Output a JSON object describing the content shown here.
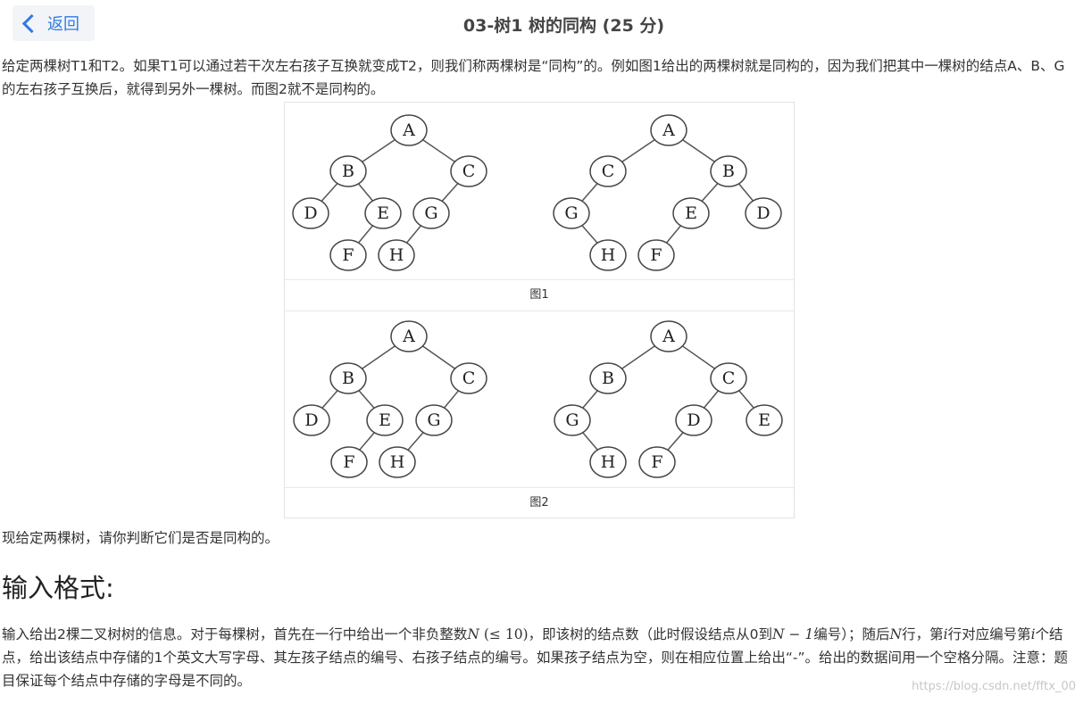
{
  "header": {
    "back_label": "返回",
    "title": "03-树1 树的同构 (25 分)"
  },
  "intro": "给定两棵树T1和T2。如果T1可以通过若干次左右孩子互换就变成T2，则我们称两棵树是“同构”的。例如图1给出的两棵树就是同构的，因为我们把其中一棵树的结点A、B、G的左右孩子互换后，就得到另外一棵树。而图2就不是同构的。",
  "figures": [
    {
      "caption": "图1",
      "trees": [
        {
          "nodes": [
            {
              "id": "A",
              "label": "A",
              "p": null
            },
            {
              "id": "B",
              "label": "B",
              "p": "A"
            },
            {
              "id": "C",
              "label": "C",
              "p": "A"
            },
            {
              "id": "D",
              "label": "D",
              "p": "B"
            },
            {
              "id": "E",
              "label": "E",
              "p": "B"
            },
            {
              "id": "G",
              "label": "G",
              "p": "C"
            },
            {
              "id": "F",
              "label": "F",
              "p": "E"
            },
            {
              "id": "H",
              "label": "H",
              "p": "G"
            }
          ]
        },
        {
          "nodes": [
            {
              "id": "A",
              "label": "A",
              "p": null
            },
            {
              "id": "C",
              "label": "C",
              "p": "A"
            },
            {
              "id": "B",
              "label": "B",
              "p": "A"
            },
            {
              "id": "G",
              "label": "G",
              "p": "C"
            },
            {
              "id": "E",
              "label": "E",
              "p": "B"
            },
            {
              "id": "D",
              "label": "D",
              "p": "B"
            },
            {
              "id": "H",
              "label": "H",
              "p": "G"
            },
            {
              "id": "F",
              "label": "F",
              "p": "E"
            }
          ]
        }
      ]
    },
    {
      "caption": "图2",
      "trees": [
        {
          "nodes": [
            {
              "id": "A",
              "label": "A",
              "p": null
            },
            {
              "id": "B",
              "label": "B",
              "p": "A"
            },
            {
              "id": "C",
              "label": "C",
              "p": "A"
            },
            {
              "id": "D",
              "label": "D",
              "p": "B"
            },
            {
              "id": "E",
              "label": "E",
              "p": "B"
            },
            {
              "id": "G",
              "label": "G",
              "p": "C"
            },
            {
              "id": "F",
              "label": "F",
              "p": "E"
            },
            {
              "id": "H",
              "label": "H",
              "p": "G"
            }
          ]
        },
        {
          "nodes": [
            {
              "id": "A",
              "label": "A",
              "p": null
            },
            {
              "id": "B",
              "label": "B",
              "p": "A"
            },
            {
              "id": "C",
              "label": "C",
              "p": "A"
            },
            {
              "id": "G",
              "label": "G",
              "p": "B"
            },
            {
              "id": "D",
              "label": "D",
              "p": "C"
            },
            {
              "id": "E",
              "label": "E",
              "p": "C"
            },
            {
              "id": "H",
              "label": "H",
              "p": "G"
            },
            {
              "id": "F",
              "label": "F",
              "p": "D"
            }
          ]
        }
      ]
    }
  ],
  "question": "现给定两棵树，请你判断它们是否是同构的。",
  "section_heading": "输入格式:",
  "input_desc": {
    "t1": "输入给出2棵二叉树树的信息。对于每棵树，首先在一行中给出一个非负整数",
    "var_n": "N",
    "range": " (≤ 10)",
    "t2": "，即该树的结点数（此时假设结点从0到",
    "n_minus_1": "N − 1",
    "t3": "编号）；随后",
    "t4": "行，第",
    "var_i": "i",
    "t5": "行对应编号第",
    "t6": "个结点，给出该结点中存储的1个英文大写字母、其左孩子结点的编号、右孩子结点的编号。如果孩子结点为空，则在相应位置上给出“-”。给出的数据间用一个空格分隔。注意：题目保证每个结点中存储的字母是不同的。"
  },
  "watermark": "https://blog.csdn.net/fftx_00"
}
